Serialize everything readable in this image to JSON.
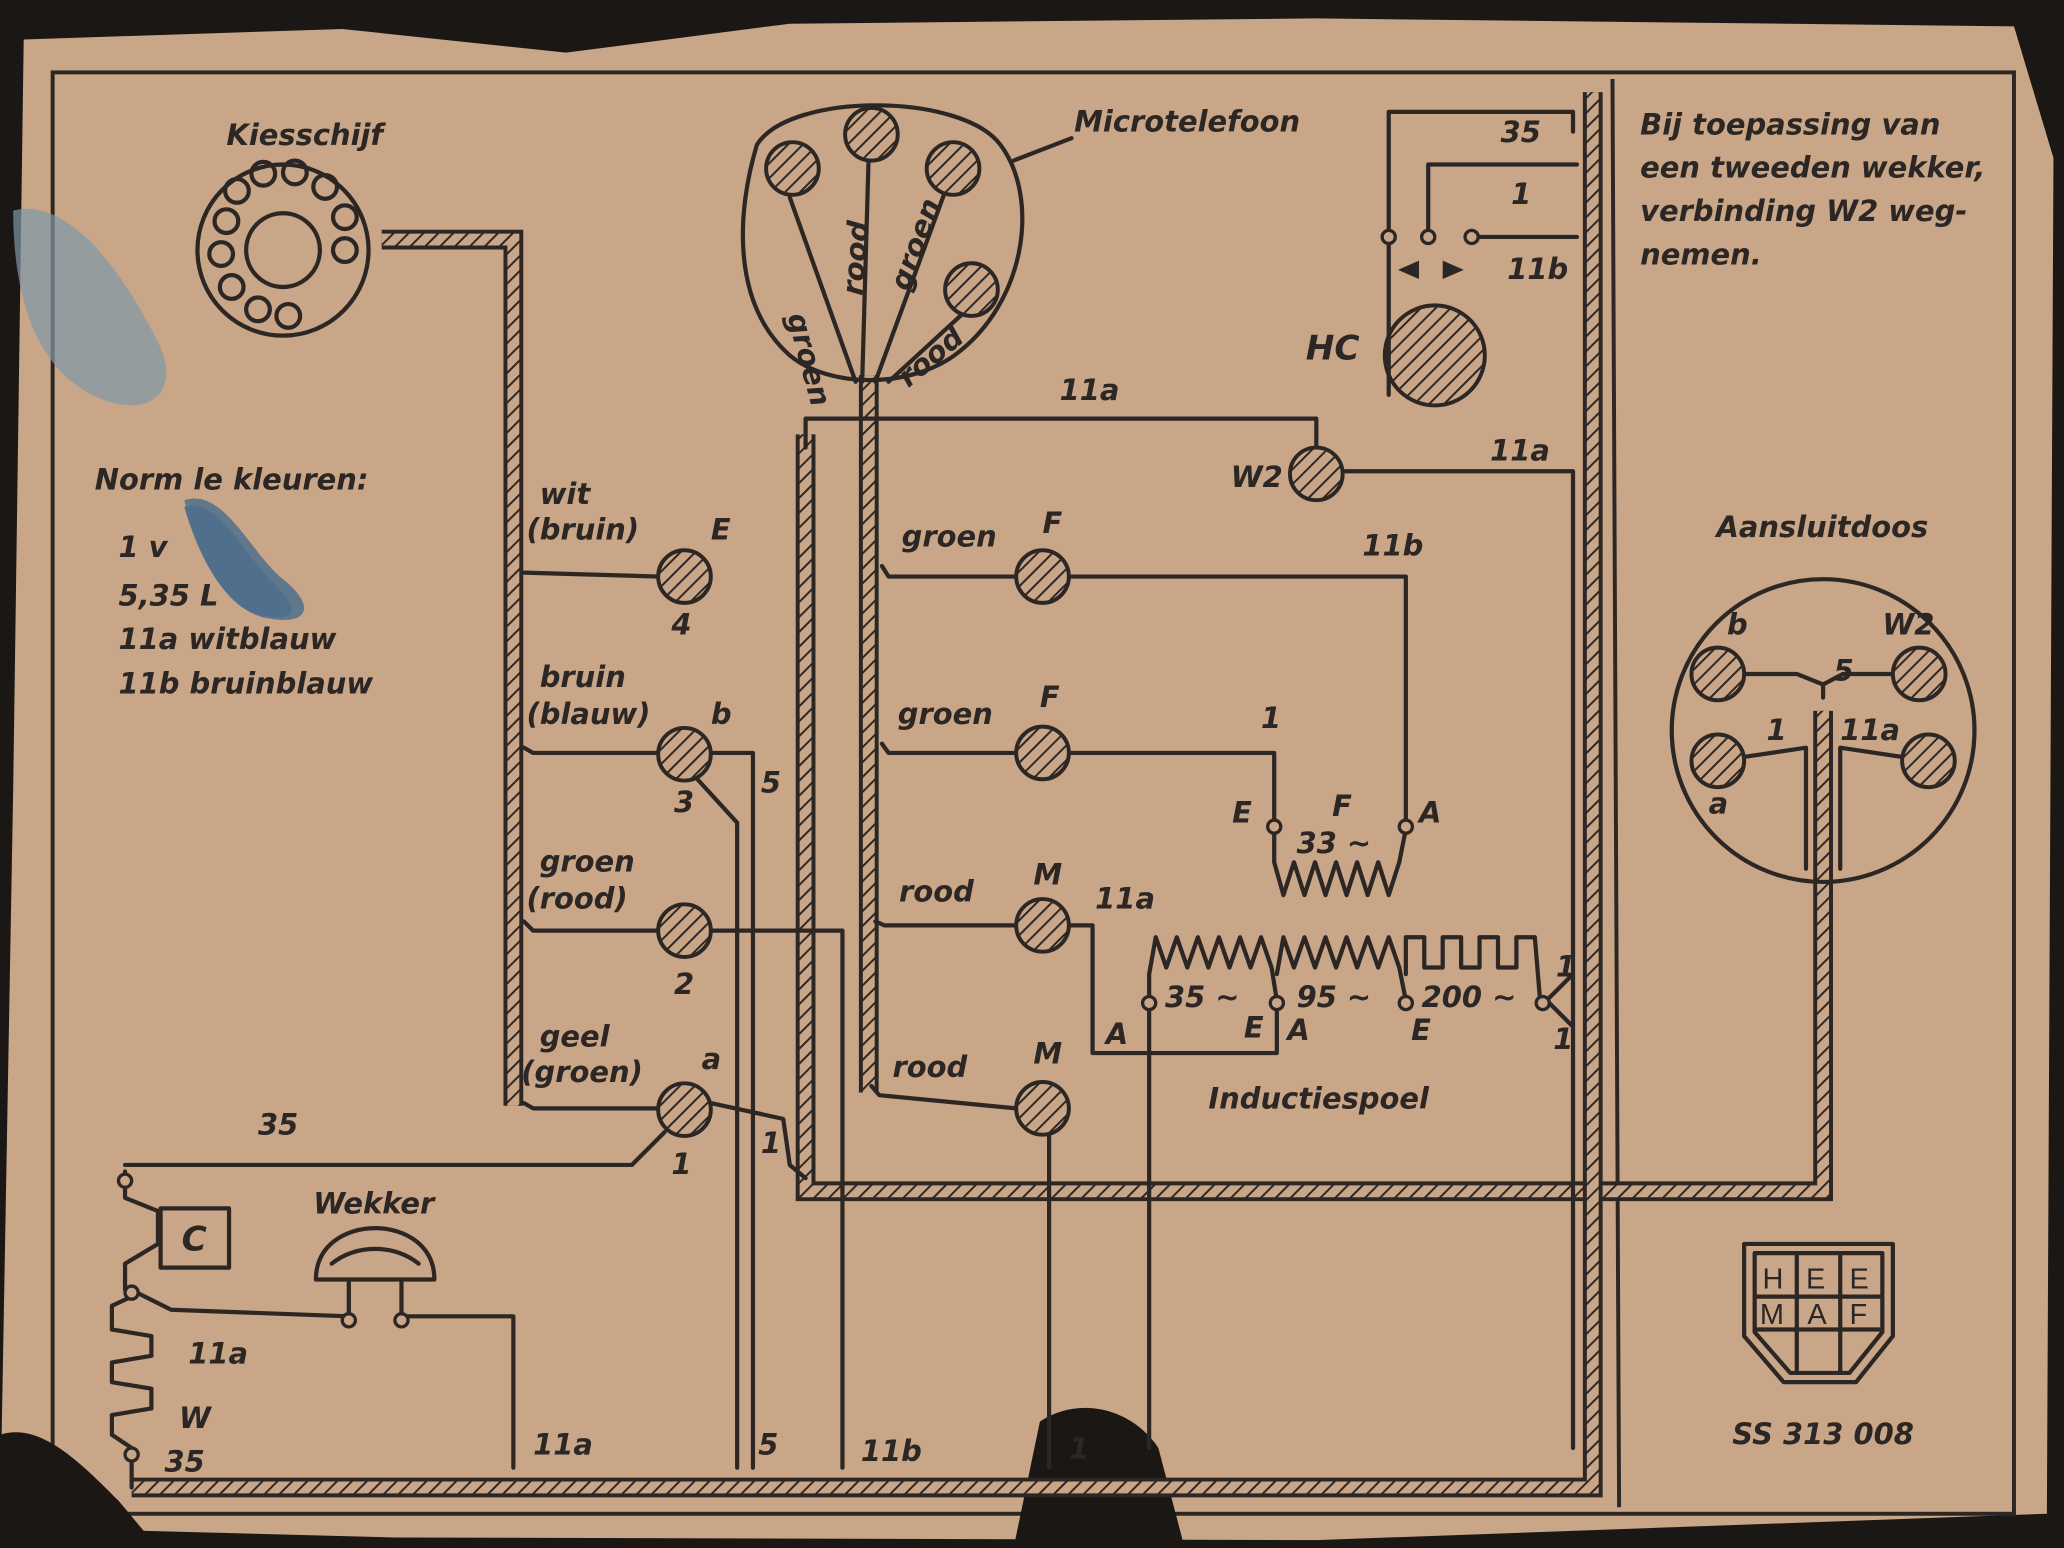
{
  "colors": {
    "paper": "#c8a687",
    "ink": "#2c2724",
    "stain": "#4f6f8c",
    "background": "#1a1714"
  },
  "labels": {
    "dial": "Kiesschijf",
    "handset": "Microtelefoon",
    "handset_wires": [
      "groen",
      "rood",
      "groen",
      "rood"
    ],
    "hook_wires": [
      "35",
      "1",
      "11b"
    ],
    "hook_contact": "HC",
    "note": [
      "Bij toepassing van",
      "een tweeden wekker,",
      "verbinding  W2 weg-",
      "nemen."
    ],
    "legend_title": "Norm   le kleuren:",
    "legend": [
      "1  v",
      "5,35  L",
      "11a witblauw",
      "11b bruinblauw"
    ],
    "junction_box": "Aansluitdoos",
    "junction_terms": [
      "b",
      "W2",
      "5",
      "1",
      "11a",
      "a"
    ],
    "left_terms": [
      {
        "wire": "wit",
        "wire2": "(bruin)",
        "letter": "E",
        "num": "4"
      },
      {
        "wire": "bruin",
        "wire2": "(blauw)",
        "letter": "b",
        "num": "3"
      },
      {
        "wire": "groen",
        "wire2": "(rood)",
        "letter": "",
        "num": "2"
      },
      {
        "wire": "geel",
        "wire2": "(groen)",
        "letter": "a",
        "num": "1"
      }
    ],
    "mid_terms": [
      {
        "wire": "groen",
        "letter": "F"
      },
      {
        "wire": "groen",
        "letter": "F"
      },
      {
        "wire": "rood",
        "letter": "M"
      },
      {
        "wire": "rood",
        "letter": "M"
      }
    ],
    "w2": "W2",
    "w11a_top": "11a",
    "w11a_right": "11a",
    "w11b": "11b",
    "w1": "1",
    "w5": "5",
    "w11a_m": "11a",
    "coil_top": {
      "E": "E",
      "F": "F",
      "A": "A",
      "val": "33 ~"
    },
    "coil_bottom": {
      "v1": "35 ~",
      "v2": "95 ~",
      "v3": "200 ~",
      "A1": "A",
      "E1": "E",
      "A2": "A",
      "E2": "E",
      "one_a": "1",
      "one_b": "1"
    },
    "induction_coil": "Inductiespoel",
    "w35": "35",
    "w1b": "1",
    "w1c": "1",
    "bell": "Wekker",
    "capacitor": "C",
    "bell_11a": "11a",
    "bell_W": "W",
    "bell_35": "35",
    "bottom": [
      "11a",
      "5",
      "11b",
      "1"
    ],
    "logo": [
      "H",
      "E",
      "E",
      "M",
      "A",
      "F"
    ],
    "part_number": "SS 313 008"
  }
}
